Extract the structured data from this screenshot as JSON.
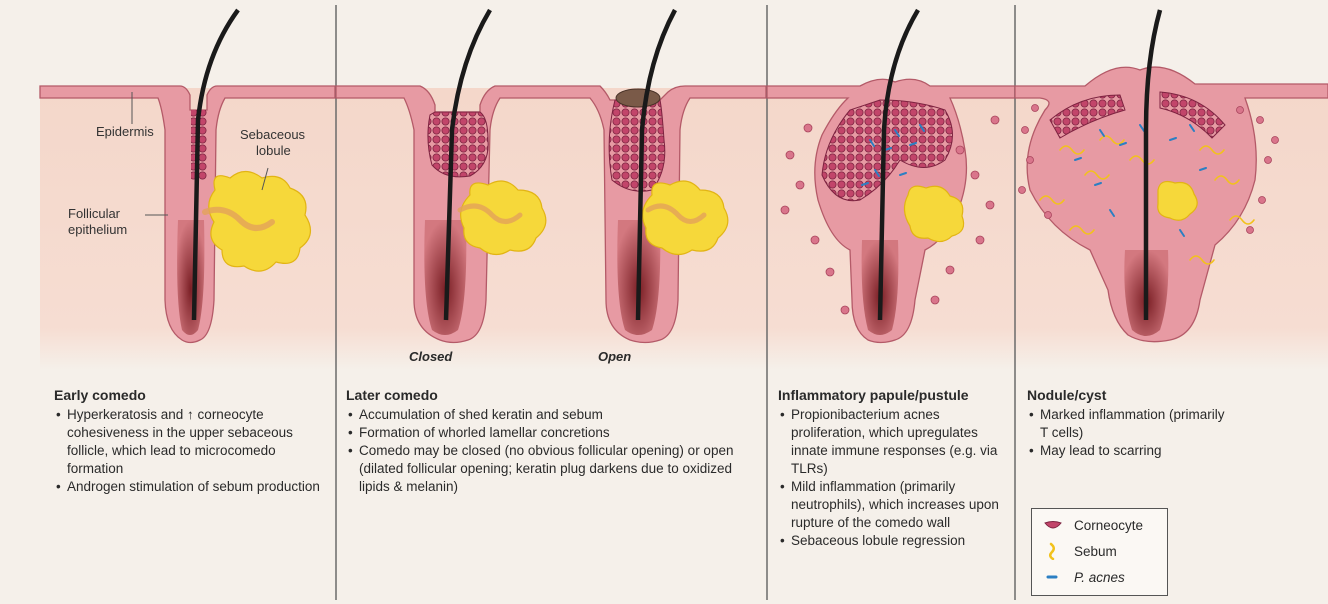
{
  "callouts": {
    "epidermis": "Epidermis",
    "sebaceous_lobule_1": "Sebaceous",
    "sebaceous_lobule_2": "lobule",
    "follicular_epithelium_1": "Follicular",
    "follicular_epithelium_2": "epithelium"
  },
  "sub_labels": {
    "closed": "Closed",
    "open": "Open"
  },
  "panels": [
    {
      "title": "Early comedo",
      "bullets": [
        "Hyperkeratosis and ↑ corneocyte cohesiveness in the upper sebaceous follicle, which lead to microcomedo formation",
        "Androgen stimulation of sebum production"
      ]
    },
    {
      "title": "Later comedo",
      "bullets": [
        "Accumulation of shed keratin and sebum",
        "Formation of whorled lamellar concretions",
        "Comedo may be closed (no obvious follicular opening) or open (dilated follicular opening; keratin plug darkens due to oxidized lipids & melanin)"
      ]
    },
    {
      "title": "Inflammatory papule/pustule",
      "bullets": [
        "Propionibacterium acnes proliferation, which upregulates innate immune responses (e.g. via TLRs)",
        "Mild inflammation (primarily neutrophils), which increases upon rupture of the comedo wall",
        "Sebaceous lobule regression"
      ]
    },
    {
      "title": "Nodule/cyst",
      "bullets": [
        "Marked inflammation (primarily T cells)",
        "May lead to scarring"
      ]
    }
  ],
  "legend": {
    "items": [
      {
        "label": "Corneocyte",
        "icon": "corneocyte-icon",
        "color": "#c2456a"
      },
      {
        "label": "Sebum",
        "icon": "sebum-icon",
        "color": "#f2c21b"
      },
      {
        "label": "P. acnes",
        "icon": "p-acnes-icon",
        "color": "#2b7fc3"
      }
    ]
  },
  "colors": {
    "background": "#f5f0ea",
    "dermis": "#f3d5c8",
    "epidermis": "#e79aa3",
    "epidermis_stroke": "#b45a68",
    "follicle": "#e8a0a7",
    "hair": "#1a1a1a",
    "sebum": "#f6d83a",
    "corneocyte": "#c2456a",
    "p_acnes": "#2b7fc3",
    "divider": "#6b6b6b"
  }
}
